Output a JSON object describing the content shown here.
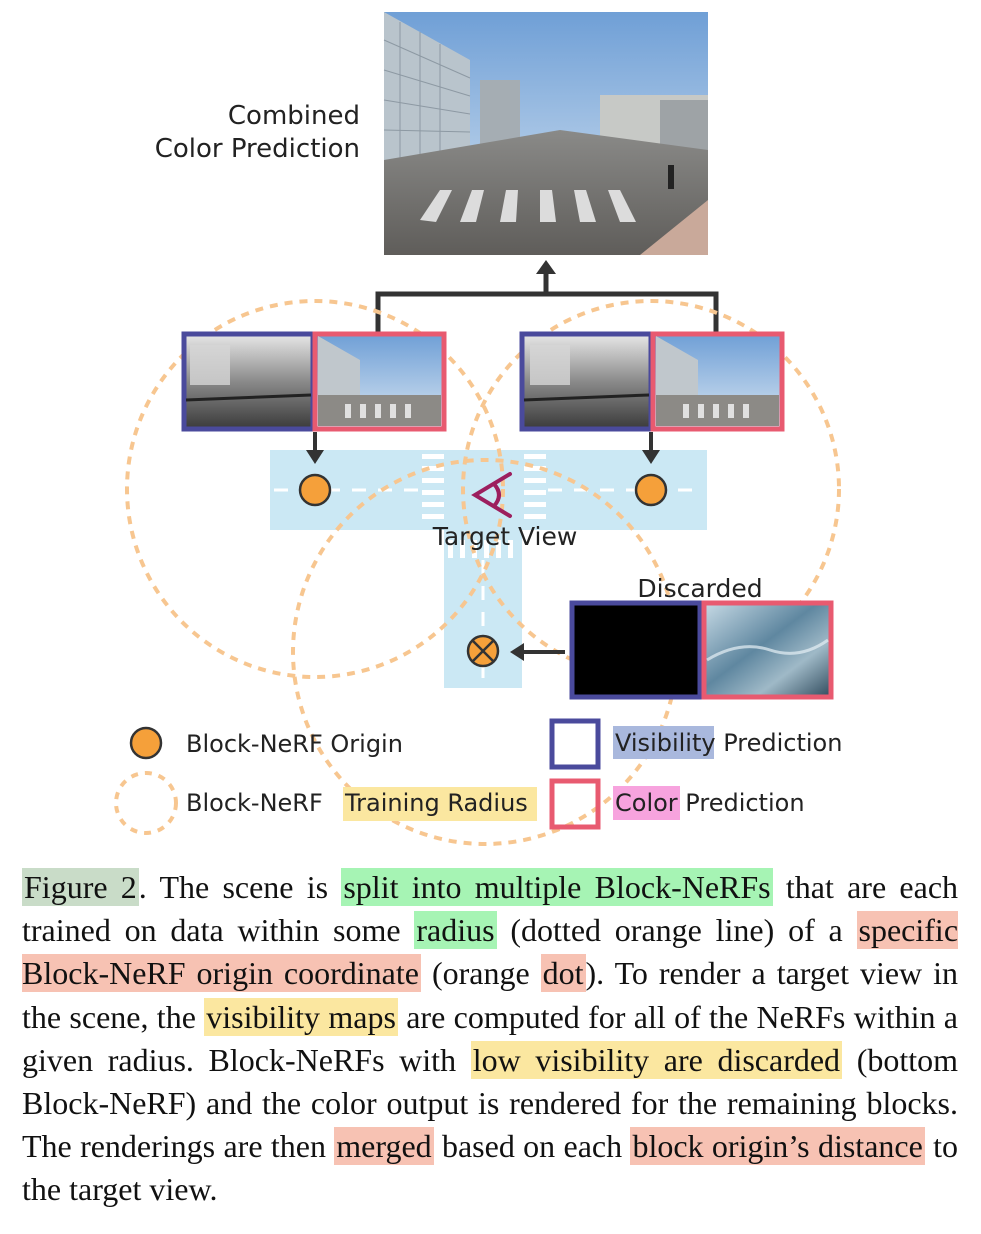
{
  "figure": {
    "top_label_line1": "Combined",
    "top_label_line2": "Color Prediction",
    "target_view_label": "Target View",
    "discarded_label": "Discarded",
    "legend": {
      "origin": "Block-NeRF Origin",
      "radius_prefix": "Block-NeRF ",
      "radius_highlight": "Training Radius",
      "visibility_highlight": "Visibility",
      "visibility_suffix": " Prediction",
      "color_highlight": "Color",
      "color_suffix": " Prediction"
    },
    "colors": {
      "orange_dot": "#f5a03a",
      "dotted_radius": "#f7c690",
      "road": "#cbe8f4",
      "visibility_frame": "#4a4a9c",
      "color_frame": "#e85a70",
      "visibility_highlight": "#a9b8dd",
      "color_highlight": "#f7a3de",
      "radius_highlight": "#fbe7a0"
    }
  },
  "caption": {
    "t01": "Figure 2",
    "t02": ". The scene is ",
    "t03": "split into multiple Block-NeRFs",
    "t04": " that are each trained on data within some ",
    "t05": "radius",
    "t06": " (dotted orange line) of a ",
    "t07": "specific Block-NeRF origin coordinate",
    "t08": " (orange ",
    "t09": "dot",
    "t10": "). To render a target view in the scene, the ",
    "t11": "visibility maps",
    "t12": " are computed for all of the NeRFs within a given radius. Block-NeRFs with ",
    "t13": "low visibility are discarded",
    "t14": " (bottom Block-NeRF) and the color output is rendered for the remaining blocks. The renderings are then ",
    "t15": "merged",
    "t16": " based on each ",
    "t17": "block origin’s distance",
    "t18": " to the target view."
  }
}
